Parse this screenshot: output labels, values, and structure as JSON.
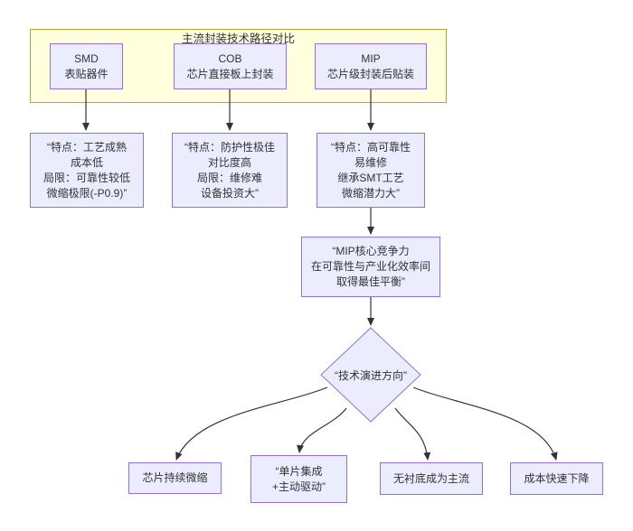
{
  "diagram": {
    "cluster": {
      "title": "主流封装技术路径对比"
    },
    "nodes": {
      "smd": {
        "lines": [
          "SMD",
          "表贴器件"
        ]
      },
      "cob": {
        "lines": [
          "COB",
          "芯片直接板上封装"
        ]
      },
      "mip": {
        "lines": [
          "MIP",
          "芯片级封装后贴装"
        ]
      },
      "smd_traits": {
        "lines": [
          "“特点：工艺成熟",
          "成本低",
          "局限：可靠性较低",
          "微缩极限(-P0.9)”"
        ]
      },
      "cob_traits": {
        "lines": [
          "“特点：防护性极佳",
          "对比度高",
          "局限：维修难",
          "设备投资大”"
        ]
      },
      "mip_traits": {
        "lines": [
          "“特点：高可靠性",
          "易维修",
          "继承SMT工艺",
          "微缩潜力大”"
        ]
      },
      "mip_core": {
        "lines": [
          "“MIP核心竞争力",
          "在可靠性与产业化效率间",
          "取得最佳平衡”"
        ]
      },
      "decision": {
        "label": "“技术演进方向”"
      },
      "trend1": {
        "label": "芯片持续微缩"
      },
      "trend2": {
        "lines": [
          "“单片集成",
          "+主动驱动”"
        ]
      },
      "trend3": {
        "label": "无衬底成为主流"
      },
      "trend4": {
        "label": "成本快速下降"
      }
    },
    "colors": {
      "node_fill": "#ECECFF",
      "node_border": "#9370DB",
      "cluster_fill": "#ffffde",
      "cluster_border": "#aaaa33",
      "edge": "#333333",
      "background": "#ffffff"
    }
  }
}
